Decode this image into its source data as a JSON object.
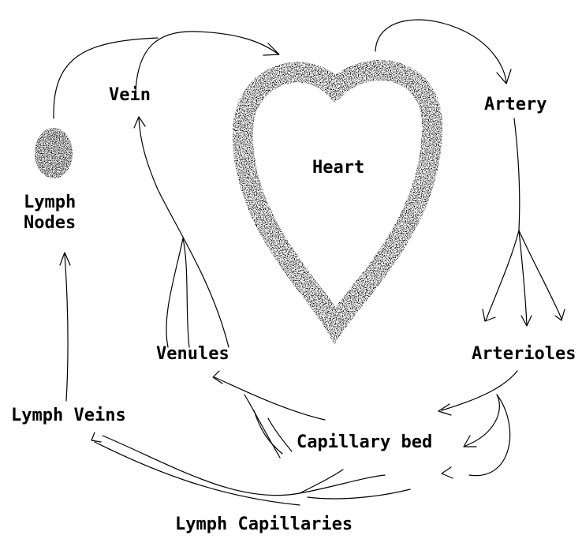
{
  "labels": {
    "heart": "Heart",
    "vein": "Vein",
    "artery": "Artery",
    "lymph_nodes_line1": "Lymph",
    "lymph_nodes_line2": "Nodes",
    "venules": "Venules",
    "arterioles": "Arterioles",
    "lymph_veins": "Lymph Veins",
    "capillary_bed": "Capillary bed",
    "lymph_capillaries": "Lymph Capillaries"
  },
  "colors": {
    "ink": "#000000",
    "background": "#ffffff"
  }
}
